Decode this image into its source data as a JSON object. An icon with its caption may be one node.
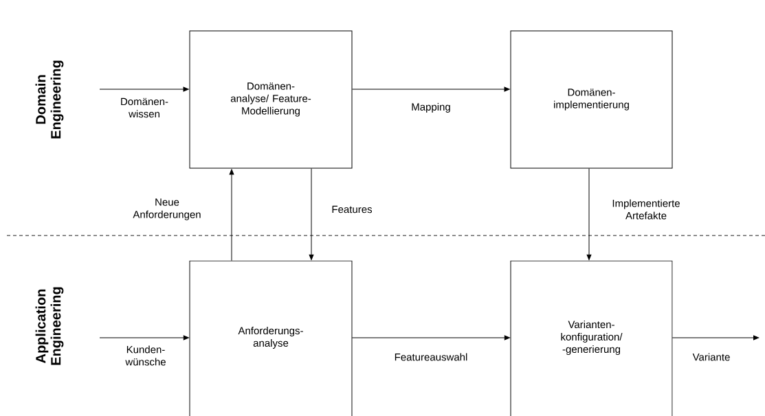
{
  "diagram": {
    "nodes": [
      {
        "text": [
          "Domänen- analyse/ Feature- Modellierung"
        ]
      },
      {
        "text": [
          "Domänen- implementierung"
        ]
      },
      {
        "text": [
          "Anforderungs- analyse"
        ]
      },
      {
        "text": [
          "Varianten- konfiguration/ -generierung"
        ]
      }
    ],
    "edges": [
      {
        "from": null,
        "to": 0,
        "arrow": "to",
        "label": "Domänen- wissen"
      },
      {
        "from": 0,
        "to": 1,
        "arrow": "to",
        "label": "Mapping"
      },
      {
        "from": 2,
        "to": 0,
        "arrow": "to",
        "label": "Neue Anforderungen"
      },
      {
        "from": 0,
        "to": 2,
        "arrow": "to",
        "label": "Features"
      },
      {
        "from": 1,
        "to": 3,
        "arrow": "to",
        "label": "Implementierte Artefakte"
      },
      {
        "from": null,
        "to": 2,
        "arrow": "to",
        "label": "Kunden- wünsche"
      },
      {
        "from": 2,
        "to": 3,
        "arrow": "to",
        "label": "Featureauswahl"
      },
      {
        "from": 3,
        "to": null,
        "arrow": "to",
        "label": "Variante"
      }
    ],
    "labels": [
      "Domain Engineering",
      "Application Engineering"
    ]
  }
}
